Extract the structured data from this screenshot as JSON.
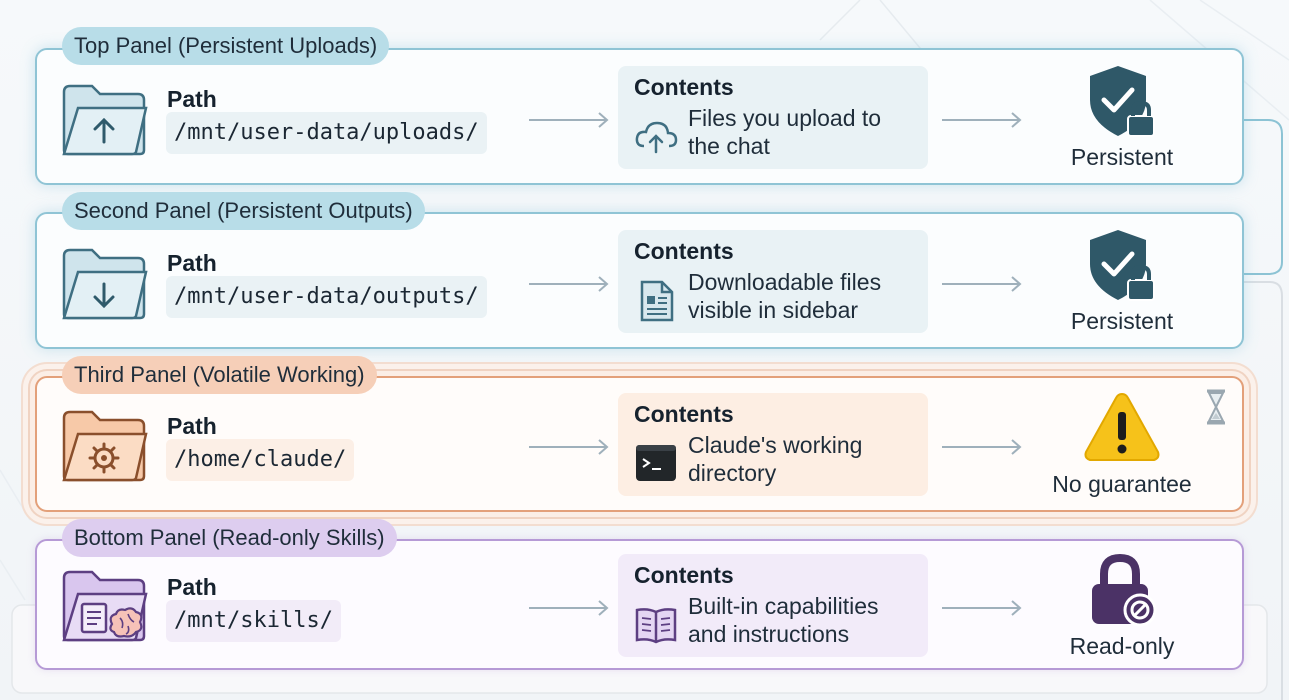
{
  "panels": [
    {
      "badge": "Top Panel (Persistent Uploads)",
      "path_label": "Path",
      "path": "/mnt/user-data/uploads/",
      "contents_title": "Contents",
      "contents_text": "Files you upload to the chat",
      "status": "Persistent",
      "folder_icon": "folder-upload-icon",
      "contents_icon": "cloud-upload-icon",
      "status_icon": "shield-check-lock-icon",
      "accent": "#7fb9cc"
    },
    {
      "badge": "Second Panel (Persistent Outputs)",
      "path_label": "Path",
      "path": "/mnt/user-data/outputs/",
      "contents_title": "Contents",
      "contents_text": "Downloadable files visible in sidebar",
      "status": "Persistent",
      "folder_icon": "folder-download-icon",
      "contents_icon": "document-icon",
      "status_icon": "shield-check-lock-icon",
      "accent": "#7fb9cc"
    },
    {
      "badge": "Third Panel (Volatile Working)",
      "path_label": "Path",
      "path": "/home/claude/",
      "contents_title": "Contents",
      "contents_text": "Claude's working directory",
      "status": "No guarantee",
      "folder_icon": "folder-gear-icon",
      "contents_icon": "terminal-icon",
      "status_icon": "warning-triangle-icon",
      "extra_icon": "hourglass-icon",
      "accent": "#e3a07a"
    },
    {
      "badge": "Bottom Panel (Read-only Skills)",
      "path_label": "Path",
      "path": "/mnt/skills/",
      "contents_title": "Contents",
      "contents_text": "Built-in capabilities and instructions",
      "status": "Read-only",
      "folder_icon": "folder-brain-icon",
      "contents_icon": "open-book-icon",
      "status_icon": "lock-blocked-icon",
      "accent": "#b69ad6"
    }
  ]
}
